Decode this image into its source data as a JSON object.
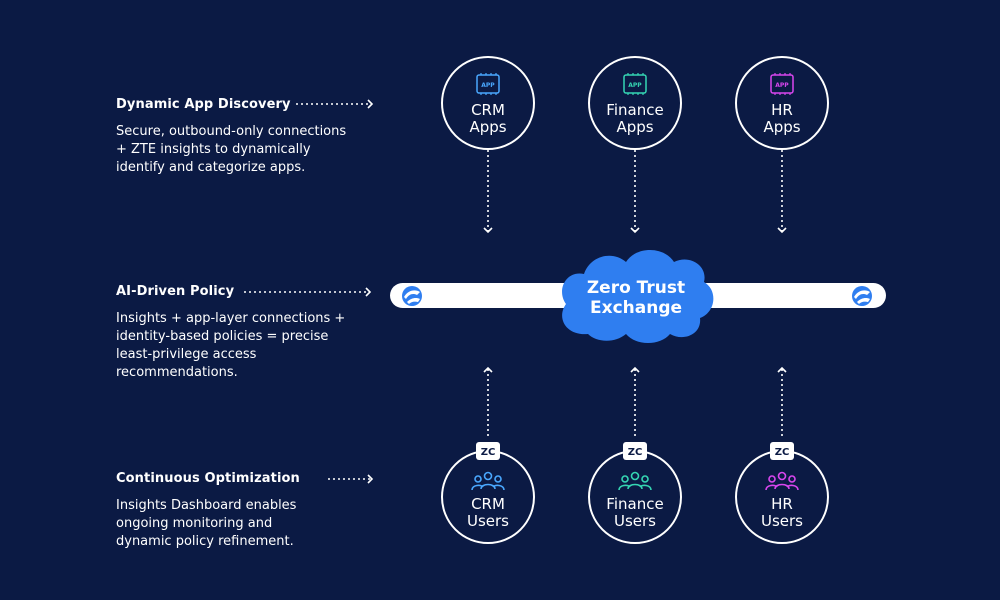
{
  "sections": [
    {
      "title": "Dynamic App Discovery",
      "body": "Secure, outbound-only connections + ZTE insights to dynamically identify and categorize apps."
    },
    {
      "title": "AI-Driven Policy",
      "body": "Insights + app-layer connections + identity-based policies = precise least-privilege access recommendations."
    },
    {
      "title": "Continuous Optimization",
      "body": "Insights Dashboard enables ongoing monitoring and dynamic policy refinement."
    }
  ],
  "apps": [
    {
      "line1": "CRM",
      "line2": "Apps",
      "chip_label": "APP",
      "accent": "#4aa8ff"
    },
    {
      "line1": "Finance",
      "line2": "Apps",
      "chip_label": "APP",
      "accent": "#35d6b3"
    },
    {
      "line1": "HR",
      "line2": "Apps",
      "chip_label": "APP",
      "accent": "#d946ef"
    }
  ],
  "users": [
    {
      "line1": "CRM",
      "line2": "Users",
      "badge": "ZC",
      "accent": "#4aa8ff",
      "icon": "users-group-icon"
    },
    {
      "line1": "Finance",
      "line2": "Users",
      "badge": "ZC",
      "accent": "#35d6b3",
      "icon": "users-group-icon"
    },
    {
      "line1": "HR",
      "line2": "Users",
      "badge": "ZC",
      "accent": "#d946ef",
      "icon": "users-group-icon"
    }
  ],
  "exchange": {
    "line1": "Zero Trust",
    "line2": "Exchange",
    "cloud_color": "#2f7ef0"
  },
  "colors": {
    "background": "#0b1a44",
    "bar": "#ffffff",
    "logo": "#2f7ef0"
  }
}
